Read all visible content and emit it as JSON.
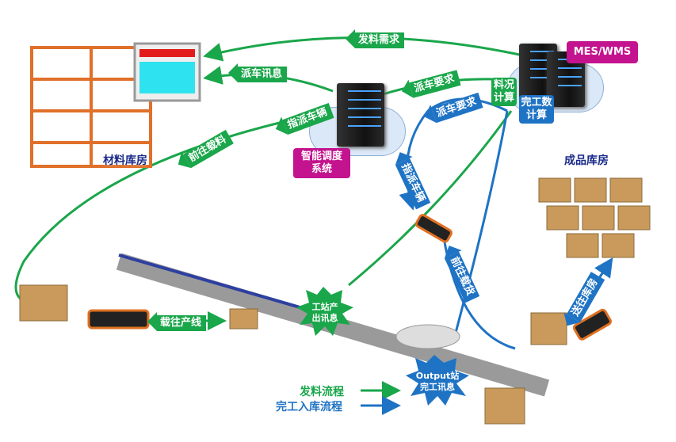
{
  "colors": {
    "green": "#1aa64a",
    "blue": "#1f73c4",
    "magenta": "#c3138e"
  },
  "systems": {
    "mes": "MES/WMS",
    "dispatch": "智能调度\n系统"
  },
  "places": {
    "material_warehouse": "材料库房",
    "product_warehouse": "成品库房"
  },
  "green_flow": {
    "issue_request": "发料需求",
    "dispatch_info": "派车讯息",
    "dispatch_request": "派车要求",
    "material_calc": "料况\n计算",
    "assign_vehicle": "指派车辆",
    "go_load_material": "前往载料",
    "carry_to_line": "载往产线",
    "station_output": "工站产\n出讯息"
  },
  "blue_flow": {
    "dispatch_request": "派车要求",
    "completion_calc": "完工数\n计算",
    "assign_vehicle": "指派车辆",
    "go_load_goods": "前往载货",
    "send_to_warehouse": "送往库房",
    "output_station": "Output站\n完工讯息"
  },
  "legend": [
    {
      "label": "发料流程",
      "color": "#1aa64a"
    },
    {
      "label": "完工入库流程",
      "color": "#1f73c4"
    }
  ]
}
